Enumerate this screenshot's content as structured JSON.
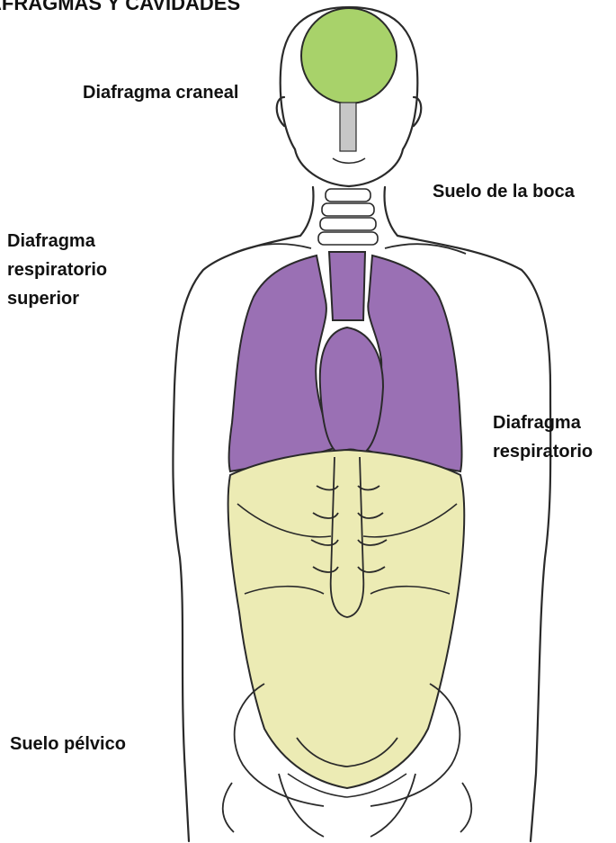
{
  "title": "AFRAGMAS Y CAVIDADES",
  "labels": {
    "cranial": "Diafragma craneal",
    "mouth_floor": "Suelo de la boca",
    "upper_resp_l1": "Diafragma",
    "upper_resp_l2": "respiratorio",
    "upper_resp_l3": "superior",
    "resp_l1": "Diafragma",
    "resp_l2": "respiratorio",
    "pelvic": "Suelo pélvico"
  },
  "colors": {
    "cranial_cavity": "#a8d26a",
    "thoracic_cavity": "#9a70b4",
    "abdominal_cavity": "#ecebb4",
    "outline": "#2a2a2a"
  }
}
